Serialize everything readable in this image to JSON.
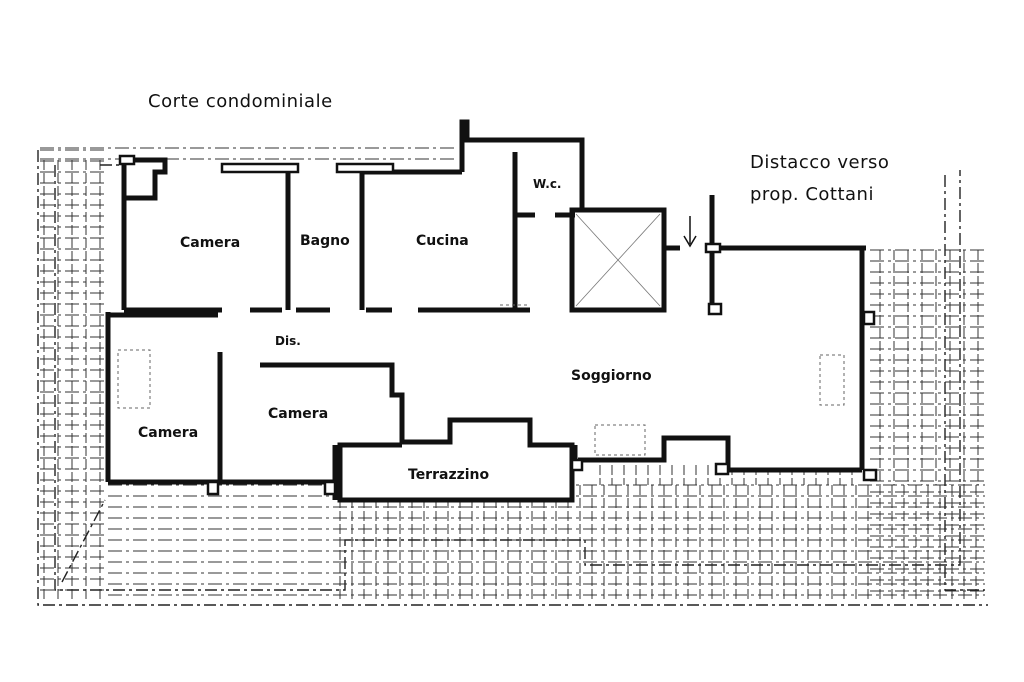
{
  "title": "Corte condominiale",
  "note": {
    "line1": "Distacco verso",
    "line2": "prop. Cottani"
  },
  "rooms": {
    "camera_top": "Camera",
    "bagno": "Bagno",
    "cucina": "Cucina",
    "wc": "W.c.",
    "dis": "Dis.",
    "soggiorno": "Soggiorno",
    "camera_left": "Camera",
    "camera_mid": "Camera",
    "terrazzino": "Terrazzino"
  },
  "colors": {
    "ink": "#111111",
    "paper": "#ffffff"
  }
}
